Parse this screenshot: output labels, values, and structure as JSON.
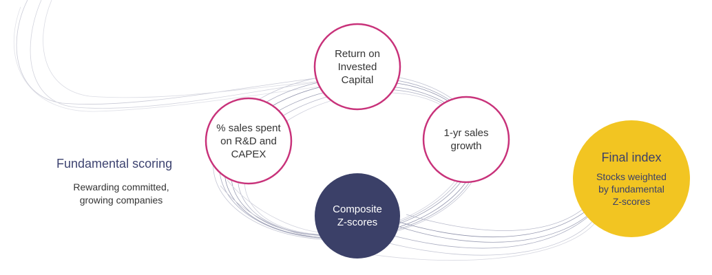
{
  "scoring": {
    "heading": "Fundamental scoring",
    "subtext": [
      "Rewarding committed,",
      "growing companies"
    ]
  },
  "nodes": {
    "roic": [
      "Return on",
      "Invested",
      "Capital"
    ],
    "rd_capex": [
      "% sales spent",
      "on R&D and",
      "CAPEX"
    ],
    "sales_growth": [
      "1-yr sales",
      "growth"
    ],
    "composite": [
      "Composite",
      "Z-scores"
    ]
  },
  "final": {
    "title": "Final index",
    "body": [
      "Stocks weighted",
      "by fundamental",
      "Z-scores"
    ]
  },
  "colors": {
    "node_border": "#c8327a",
    "composite_fill": "#3b4068",
    "final_fill": "#f2c522",
    "heading": "#3d4370",
    "lines": "#8c8fa8"
  }
}
